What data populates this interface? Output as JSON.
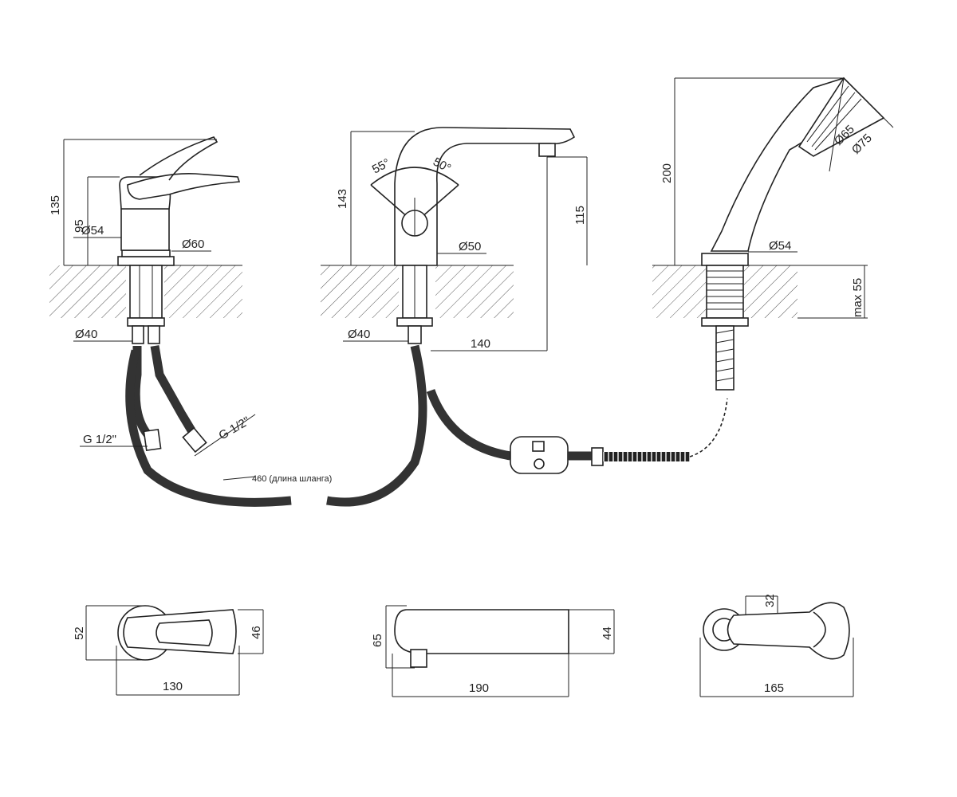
{
  "dims": {
    "mixer_side": {
      "height_total": "135",
      "height_body": "95",
      "dia_body": "Ø54",
      "dia_base": "Ø60",
      "dia_shank": "Ø40",
      "conn_left": "G 1/2\"",
      "conn_right": "G 1/2\"",
      "hose_length": "460 (длина шланга)"
    },
    "spout_side": {
      "height_total": "143",
      "height_outlet": "115",
      "angle_left": "55°",
      "angle_right": "50°",
      "dia_base": "Ø50",
      "dia_shank": "Ø40",
      "reach": "140"
    },
    "handshower": {
      "height": "200",
      "dia_inner": "Ø65",
      "dia_outer": "Ø75",
      "dia_base": "Ø54",
      "max_thickness": "max 55"
    },
    "top_views": {
      "mixer_width": "52",
      "mixer_depth": "46",
      "mixer_length": "130",
      "spout_height": "65",
      "spout_depth": "44",
      "spout_length": "190",
      "holder_size": "32",
      "holder_length": "165"
    }
  },
  "colors": {
    "line": "#222222",
    "hose": "#333333",
    "background": "#ffffff"
  }
}
